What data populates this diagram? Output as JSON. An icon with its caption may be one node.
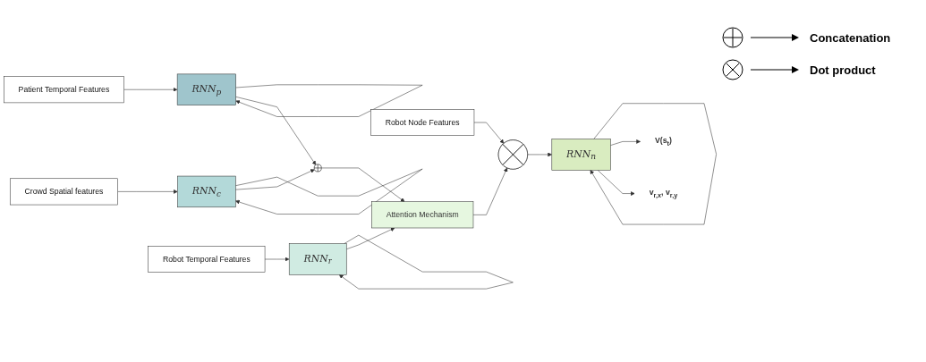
{
  "diagram": {
    "nodes": [
      {
        "text": [
          "Patient Temporal Features"
        ]
      },
      {
        "text": [
          "RNN$_{p}$"
        ]
      },
      {
        "text": [
          "Crowd Spatial features"
        ]
      },
      {
        "text": [
          "RNN$_{c}$"
        ]
      },
      {
        "text": [
          "Robot Temporal Features"
        ]
      },
      {
        "text": [
          "RNN$_{r}$"
        ]
      },
      {
        "text": [],
        "shape": "circle"
      },
      {
        "text": [
          "Attention Mechanism"
        ]
      },
      {
        "text": [],
        "shape": "circle"
      },
      {
        "text": [
          "RNN$_{n}$"
        ]
      },
      {
        "text": [
          "Robot Node Features"
        ]
      },
      {
        "text": [
          "V(s$_{t}$)"
        ]
      },
      {
        "text": [
          "v$_{r,x}$, v$_{r,y}$"
        ]
      }
    ],
    "edges": [
      {
        "from": 0,
        "to": 1,
        "arrow": "to"
      },
      {
        "from": 1,
        "to": 1,
        "arrow": "to"
      },
      {
        "from": 2,
        "to": 3,
        "arrow": "to"
      },
      {
        "from": 3,
        "to": 3,
        "arrow": "to"
      },
      {
        "from": 4,
        "to": 5,
        "arrow": "to"
      },
      {
        "from": 5,
        "to": 5,
        "arrow": "to"
      },
      {
        "from": 1,
        "to": 6,
        "arrow": "to"
      },
      {
        "from": 3,
        "to": 6,
        "arrow": "to"
      },
      {
        "from": 6,
        "to": 7,
        "arrow": "to"
      },
      {
        "from": 5,
        "to": 7,
        "arrow": "to"
      },
      {
        "from": 7,
        "to": 8,
        "arrow": "to"
      },
      {
        "from": 10,
        "to": 8,
        "arrow": "to"
      },
      {
        "from": 8,
        "to": 9,
        "arrow": "to"
      },
      {
        "from": 9,
        "to": 9,
        "arrow": "to"
      },
      {
        "from": 9,
        "to": 11,
        "arrow": "to"
      },
      {
        "from": 9,
        "to": 12,
        "arrow": "to"
      }
    ],
    "legend": [
      {
        "text": "Concatenation"
      },
      {
        "text": "Dot product"
      }
    ]
  }
}
